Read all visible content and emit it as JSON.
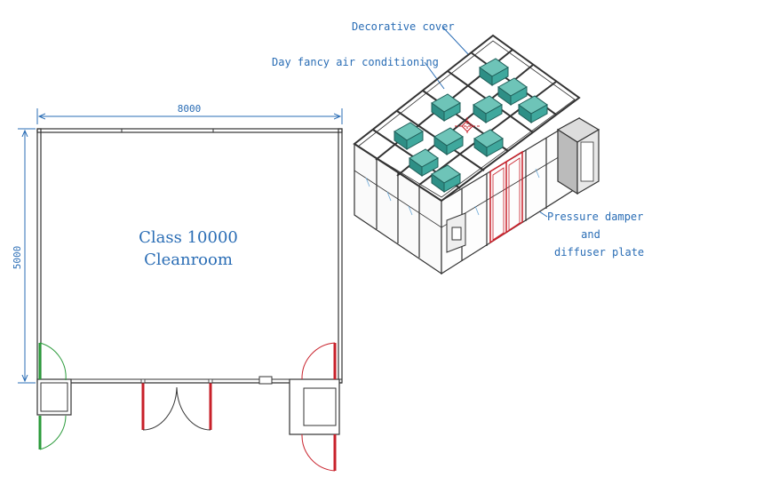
{
  "plan": {
    "width_dim": "8000",
    "height_dim": "5000",
    "room_line1": "Class 10000",
    "room_line2": "Cleanroom"
  },
  "iso": {
    "label_cover": "Decorative cover",
    "label_ac": "Day fancy air conditioning",
    "label_damper1": "Pressure damper",
    "label_damper2": "and",
    "label_damper3": "diffuser plate"
  },
  "colors": {
    "dimension_blue": "#2a6db5",
    "wall": "#333333",
    "door_red": "#c8202a",
    "door_green": "#2a9a3a",
    "ffu_teal": "#2e8f86"
  }
}
